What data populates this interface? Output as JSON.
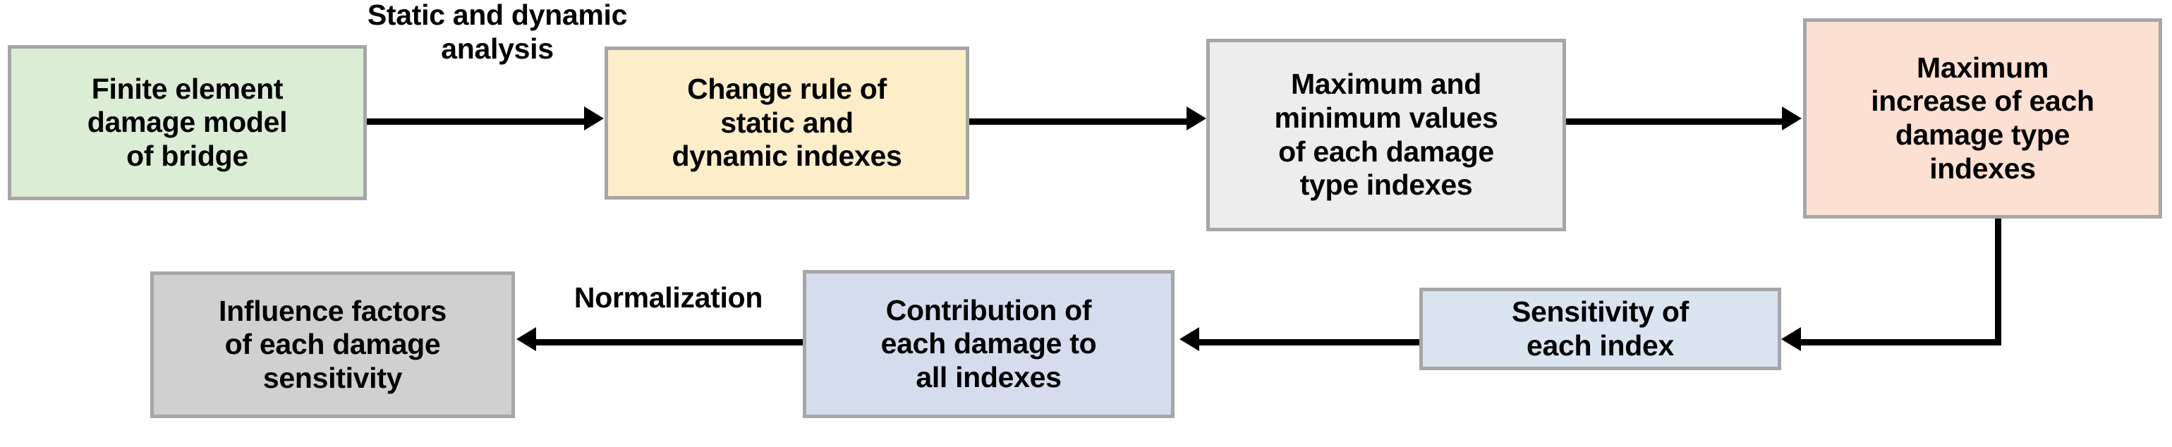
{
  "diagram": {
    "title": "Damage sensitivity analysis flowchart",
    "background": "#ffffff",
    "edge_color": "#000000",
    "node_border_color": "#a6a6a6"
  },
  "nodes": [
    {
      "id": "finite-element-damage-model",
      "label": "Finite element\ndamage model\nof bridge",
      "fill": "#dcedd6"
    },
    {
      "id": "change-rule-indexes",
      "label": "Change rule of\nstatic and\ndynamic indexes",
      "fill": "#fdeec9"
    },
    {
      "id": "max-min-values",
      "label": "Maximum and\nminimum values\nof each damage\ntype indexes",
      "fill": "#ededed"
    },
    {
      "id": "max-increase",
      "label": "Maximum\nincrease of each\ndamage type\nindexes",
      "fill": "#fce0d2"
    },
    {
      "id": "influence-factors",
      "label": "Influence factors\nof each damage\nsensitivity",
      "fill": "#d0d0d0"
    },
    {
      "id": "contribution-all-indexes",
      "label": "Contribution of\neach damage to\nall indexes",
      "fill": "#d5dced"
    },
    {
      "id": "sensitivity-each-index",
      "label": "Sensitivity of\neach index",
      "fill": "#dae4f0"
    }
  ],
  "edges": [
    {
      "id": "edge-model-to-change",
      "from": "finite-element-damage-model",
      "to": "change-rule-indexes",
      "label": "Static and dynamic\nanalysis",
      "direction": "right"
    },
    {
      "id": "edge-change-to-maxmin",
      "from": "change-rule-indexes",
      "to": "max-min-values",
      "label": "",
      "direction": "right"
    },
    {
      "id": "edge-maxmin-to-maxincrease",
      "from": "max-min-values",
      "to": "max-increase",
      "label": "",
      "direction": "right"
    },
    {
      "id": "edge-maxincrease-to-sensitivity",
      "from": "max-increase",
      "to": "sensitivity-each-index",
      "label": "",
      "direction": "elbow-down-left"
    },
    {
      "id": "edge-sensitivity-to-contribution",
      "from": "sensitivity-each-index",
      "to": "contribution-all-indexes",
      "label": "",
      "direction": "left"
    },
    {
      "id": "edge-contribution-to-influence",
      "from": "contribution-all-indexes",
      "to": "influence-factors",
      "label": "Normalization",
      "direction": "left"
    }
  ]
}
